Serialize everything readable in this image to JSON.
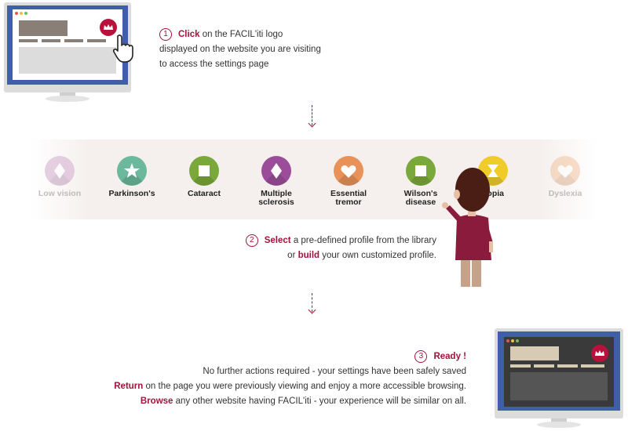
{
  "step1": {
    "number": "1",
    "highlight": "Click",
    "line1_rest": " on the FACIL'iti logo",
    "line2": "displayed on the website you are visiting",
    "line3": "to access the settings page"
  },
  "profiles": [
    {
      "label": "Low vision",
      "color": "#c99bc4",
      "icon": "diamond-icon",
      "faded": true
    },
    {
      "label": "Parkinson's",
      "color": "#6bb89c",
      "icon": "star-icon",
      "faded": false
    },
    {
      "label": "Cataract",
      "color": "#7aa83a",
      "icon": "square-icon",
      "faded": false
    },
    {
      "label": "Multiple sclerosis",
      "color": "#9c4d9a",
      "icon": "diamond-icon",
      "faded": false
    },
    {
      "label": "Essential tremor",
      "color": "#e8925a",
      "icon": "heart-icon",
      "faded": false
    },
    {
      "label": "Wilson's disease",
      "color": "#7aa83a",
      "icon": "square-icon",
      "faded": false
    },
    {
      "label": "nopia",
      "color": "#f0cc2b",
      "icon": "hourglass-icon",
      "faded": false
    },
    {
      "label": "Dyslexia",
      "color": "#f0b98c",
      "icon": "heart-icon",
      "faded": true
    }
  ],
  "step2": {
    "number": "2",
    "highlight1": "Select",
    "line1_rest": " a pre-defined profile from the library",
    "line2_pre": "or ",
    "highlight2": "build",
    "line2_rest": " your own customized profile."
  },
  "step3": {
    "number": "3",
    "title": "Ready !",
    "line1": "No further actions required - your settings have been safely saved",
    "highlight2": "Return",
    "line2_rest": " on the page you were previously viewing and enjoy a more accessible browsing.",
    "highlight3": "Browse",
    "line3_rest": " any other website having FACIL'iti - your experience will be similar on all."
  },
  "colors": {
    "accent": "#a3133a",
    "monitor_blue": "#3f5fa8",
    "logo_red": "#b8123c"
  }
}
